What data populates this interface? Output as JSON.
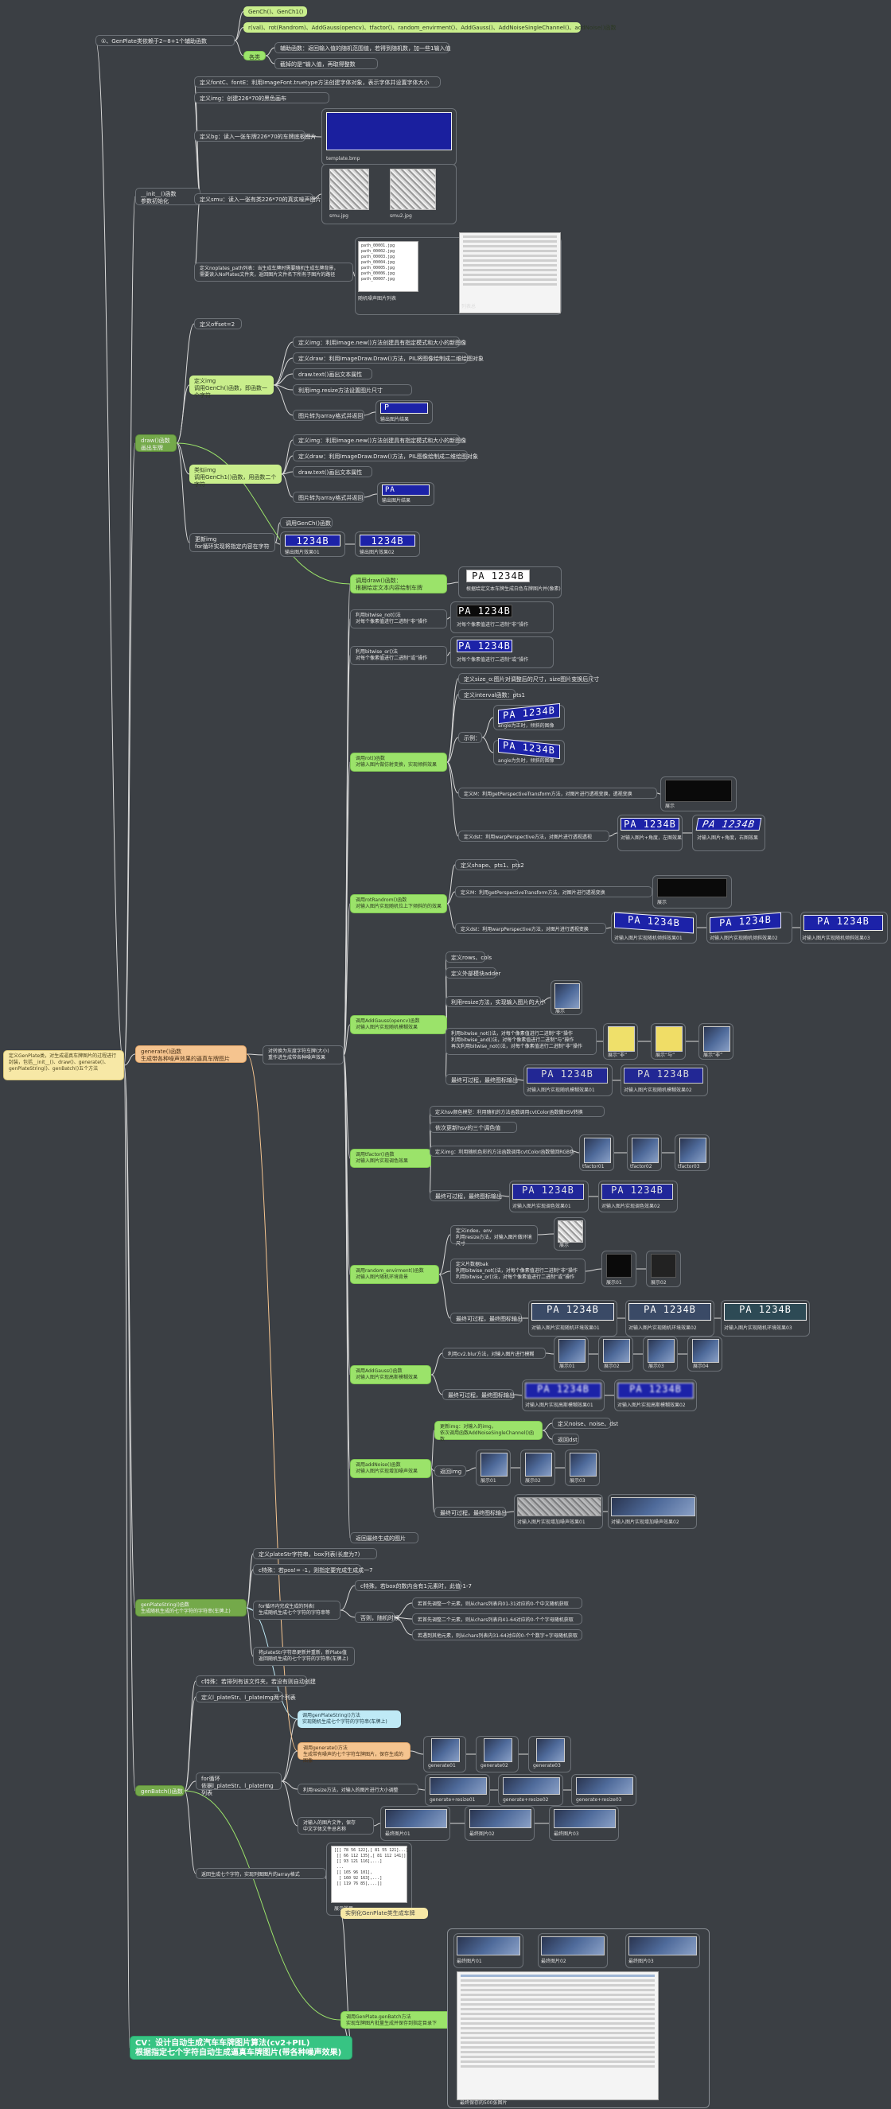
{
  "colors": {
    "background": "#3b3f44",
    "wire": "#d8d8d8",
    "accent_green": "#9be36a",
    "accent_orange": "#f5c48f",
    "title_bg": "#37c483"
  },
  "root": {
    "title": "CV：设计自动生成汽车车牌图片算法(cv2+PIL)\n根据指定七个字符自动生成逼真车牌图片(带各种噪声效果)"
  },
  "left_note": {
    "text": "定义GenPlate类，对生成逼真车牌图片的过程进行封装，包括__init__()、draw()、generate()、genPlateString()、genBatch()五个方法"
  },
  "top": {
    "branch": "①、GenPlate类依赖于2~8+1个辅助函数",
    "a": "GenCh()、GenCh1()",
    "b": "r(val)、rot(Randrom)、AddGauss(opencv)、tfactor()、random_envirment()、AddGauss()、AddNoiseSingleChannel()、addNoise()函数",
    "c": "辅助函数：返回输入值的随机范围值，若得到随机数，加一些1输入值",
    "d": "截掉的是”输入值，再取得整数",
    "e": "各类"
  },
  "init": {
    "branch": "__init__()函数\n参数初始化",
    "font": "定义fontC、fontE：利用ImageFont.truetype方法创建字体对象，表示字体并设置字体大小",
    "img": "定义img：创建226*70的黑色画布",
    "bg": "定义bg：读入一张车牌226*70的车牌底板图片",
    "bg_cap": "template.bmp",
    "smu": "定义smu：读入一张有类226*70的真实噪声图片",
    "smu_cap1": "smu.jpg",
    "smu_cap2": "smu2.jpg",
    "noplates": "定义noplates_path列表：当生成车牌时需要随机生成车牌背景，\n需要读入NoPlates文件夹，返回图片文件名下所有子图片的路径",
    "np_cap1": "随机噪声图片列表",
    "np_cap2": "列表总"
  },
  "draw": {
    "branch": "draw()函数\n画出车牌",
    "offset": "定义offset=2",
    "img_def": "定义img\n调用GenCh()函数，即函数一个字符",
    "i1": "定义img：利用image.new()方法创建具有指定模式和大小的新图像",
    "i2": "定义draw：利用ImageDraw.Draw()方法，PIL将图像绘制成二维绘图对象",
    "i3": "draw.text()画出文本属性",
    "i4": "利用img.resize方法设置图片尺寸",
    "i5": "图片转为array格式并返回",
    "i5_cap": "输出图片结果",
    "img2_def": "类似img\n调用GenCh1()函数，用函数二个字符",
    "j1": "定义img：利用image.new()方法创建具有指定模式和大小的新图像",
    "j2": "定义draw：利用ImageDraw.Draw()方法，PIL图像绘制成二维绘图对象",
    "j3": "draw.text()画出文本属性",
    "j4": "图片转为array格式并返回",
    "j4_cap": "输出图片结果",
    "upd": "更新img\nfor循环实现将指定内容在字符",
    "u1": "调用GenCh()函数",
    "u_cap1": "输出图片效果01",
    "u_cap2": "输出图片效果02",
    "plate": "1234B",
    "plate_p": "P"
  },
  "generate": {
    "branch": "generate()函数\n生成带各种噪声效果的逼真车牌图片",
    "lead": "对转换为灰度字符车牌(大小)\n重作进生成带各种噪声效果",
    "draw_call": "调用draw()函数：\n根据给定文本内容绘制车牌",
    "draw_cap": "根据给定文本车牌生成白色车牌图片并(像素)",
    "plate_text": "PA 1234B",
    "not1": "利用bitwise_not()法\n对每个像素值进行二进制“非”操作",
    "not1_cap": "对每个像素值进行二进制“非”操作",
    "or1": "利用bitwise_or()法\n对每个像素值进行二进制“或”操作",
    "or1_cap": "对每个像素值进行二进制“或”操作",
    "rot": "调用rot()函数\n对输入图片做仿射变换，实现倾斜效果",
    "rot_items": [
      "定义size_o:图片对调整后的尺寸，size图片变换后尺寸",
      "定义interval函数：pts1",
      "示例：",
      "定义M：利用getPerspectiveTransform方法，对图片进行透视变换，透视变换",
      "定义dst：利用warpPerspective方法，对图片进行透视透视"
    ],
    "rot_caps": [
      "angle为正时，倾斜的图像",
      "angle为负时，倾斜的图像",
      "展示",
      "对输入图片+角度，左图效果",
      "对输入图片+角度，右图效果"
    ],
    "rotR": "调用rotRandrom()函数\n对输入图片实现随机位上下倾斜的的效果",
    "rotR_items": [
      "定义shape、pts1、pts2",
      "定义M：利用getPerspectiveTransform方法，对图片进行透视变换",
      "定义dst：利用warpPerspective方法，对图片进行透视变换"
    ],
    "rotR_caps": [
      "展示",
      "对输入图片实现随机倾斜效果01",
      "对输入图片实现随机倾斜效果02",
      "对输入图片实现随机倾斜效果03"
    ],
    "env": "调用AddGauss(opencv)函数\n对输入图片实现随机模糊效果",
    "env_items": [
      "定义rows、cols",
      "定义外部模块adder",
      "利用resize方法，实现输入图片的大小",
      "利用bitwise_not()法，对每个像素值进行二进制“非”操作\n利用bitwise_and()法，对每个像素值进行二进制“与”操作\n再次利用bitwise_not()法，对每个像素值进行二进制“非”操作",
      "最终可过程，最终图标输出"
    ],
    "env_caps": [
      "展示",
      "展示“非”",
      "展示“与”",
      "展示“非”",
      "对输入图片实现随机模糊效果01",
      "对输入图片实现随机模糊效果02"
    ],
    "tf": "调用tfactor()函数\n对输入图片实现调色效果",
    "tf_items": [
      "定义hsv颜色模型：利用随机的方法函数调用cvtColor函数做HSV转换",
      "依次更新hsv的三个调色值",
      "定义img：利用随机色彩的方法函数调用cvtColor函数做回RGB色",
      "最终可过程，最终图标输出"
    ],
    "tf_caps": [
      "tfactor01",
      "tfactor02",
      "tfactor03",
      "对输入图片实现调色效果01",
      "对输入图片实现调色效果02"
    ],
    "renv": "调用random_envirment()函数\n对输入图片随机环境背景",
    "renv_items": [
      "定义index、env\n利用resize方法，对输入图片做环境尺寸",
      "定义片数据bak\n利用bitwise_not()法，对每个像素值进行二进制“非”操作\n利用bitwise_or()法，对每个像素值进行二进制“或”操作",
      "最终可过程，最终图标输出"
    ],
    "renv_caps": [
      "展示",
      "展示01",
      "展示02",
      "对输入图片实现随机环境效果01",
      "对输入图片实现随机环境效果02",
      "对输入图片实现随机环境效果03"
    ],
    "ag": "调用AddGauss()函数\n对输入图片实现高斯模糊效果",
    "ag_items": [
      "利用cv2.blur方法，对输入图片进行模糊",
      "最终可过程，最终图标输出"
    ],
    "ag_caps": [
      "展示01",
      "展示02",
      "展示03",
      "展示04",
      "对输入图片实现高斯模糊效果01",
      "对输入图片实现高斯模糊效果02"
    ],
    "an": "调用addNoise()函数\n对输入图片实现增加噪声效果",
    "an_items": [
      "更新img：对输入的img，\n依次调用函数AddNoiseSingleChannel()函数",
      "定义noise、noise、dst",
      "返回dst",
      "返回img",
      "最终可过程，最终图标输出"
    ],
    "an_caps": [
      "展示01",
      "展示02",
      "展示03",
      "对输入图片实现增加噪声效果01",
      "对输入图片实现增加噪声效果02"
    ],
    "ret": "返回最终生成的图片"
  },
  "gps": {
    "branch": "genPlateString()函数\n生成随机生成的七个字符的字符串(车牌上)",
    "a": "定义plateStr字符串，box列表(长度为7)",
    "b": "c特殊：若pos!= -1，则指定要完成生成成一7",
    "c": "for循环内完成生成的列表(\n生成随机生成七个字符的字符串等",
    "c1": "c特殊，若box的数内含有1元素时，此值-1-7",
    "c2": "否则，随机时候",
    "c3": "若首先调整一个元素，则从chars列表内01-31对应的0-个中文随机获取",
    "c4": "若首先调整二个元素，则从chars列表内41-64对应的0-个个字母随机获取",
    "c5": "若遇到其他元素，则从chars列表内31-64对应的0-个个数字+字母随机获取",
    "d": "将plateStr字符串更新并重新，新Plate值\n返回随机生成的七个字符的字符串(车牌上)"
  },
  "gb": {
    "branch": "genBatch()函数",
    "a": "c特殊：若排列有该文件夹，若没有则自动创建",
    "b": "定义l_plateStr、l_plateImg两个列表",
    "c": "for循环\n依据l_plateStr、l_plateImg列表",
    "c1": "调用genPlateString()方法\n实现随机生成七个字符的字符串(车牌上)",
    "c2": "调用generate()方法\n生成带有噪声的七个字符车牌图片，保存生成的图像",
    "c3": "利用resize方法，对输入的图片进行大小调整",
    "c4": "对输入的图片文件，保存\n中文字体文件总名称",
    "caps1": [
      "generate01",
      "generate02",
      "generate03"
    ],
    "caps2": [
      "generate+resize01",
      "generate+resize02",
      "generate+resize03"
    ],
    "caps3": [
      "最终图片01",
      "最终图片02",
      "最终图片03"
    ],
    "d": "返回生成七个字符，实现列图图片的array格式",
    "code_cap": "展示效果",
    "code": "[[[ 78 56 122],[ 81 55 121]...]\n [[ 66 112 135],[ 81 112 141]]\n [[ 93 121 116],...]\n ...\n [[ 165 96 101],\n  [ 160 92 163],...]\n [[ 119 76 85],...]]"
  },
  "bottom": {
    "a": "实例化GenPlate类生成车牌",
    "b": "调用GenPlate.genBatch方法\n实现车牌图片批量生成并保存到指定目录下",
    "caps": [
      "最终图片01",
      "最终图片02",
      "最终图片03"
    ],
    "folder_cap": "最终保存的500张图片"
  }
}
